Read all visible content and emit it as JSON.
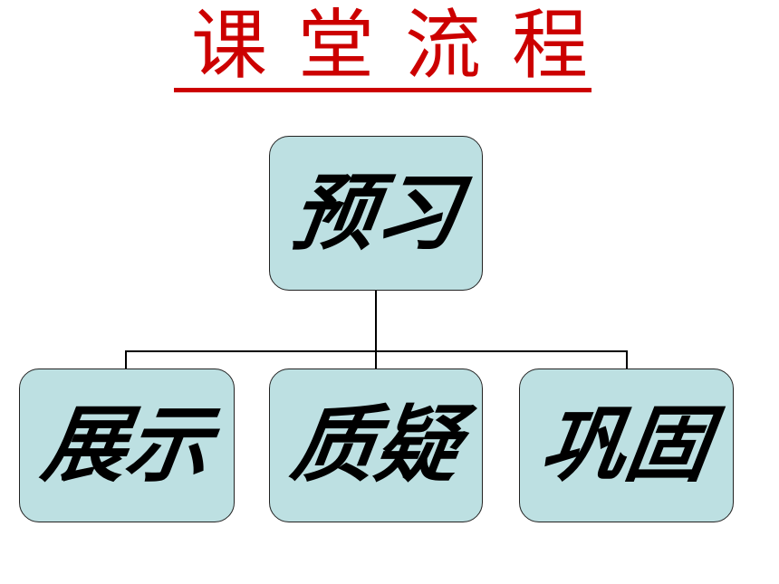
{
  "title": "课堂流程",
  "diagram": {
    "root": {
      "label": "预习"
    },
    "children": [
      {
        "label": "展示"
      },
      {
        "label": "质疑"
      },
      {
        "label": "巩固"
      }
    ]
  },
  "colors": {
    "title": "#cc0000",
    "node_fill": "#bde0e2",
    "node_border": "#222222",
    "connector": "#000000"
  }
}
